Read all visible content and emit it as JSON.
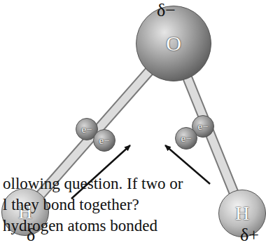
{
  "diagram": {
    "nodes": [
      {
        "text": [
          "O"
        ]
      },
      {
        "text": [
          "e−"
        ]
      },
      {
        "text": [
          "e−"
        ]
      },
      {
        "text": [
          "e−"
        ]
      },
      {
        "text": [
          "e−"
        ]
      },
      {
        "text": [
          "H"
        ]
      },
      {
        "text": [
          "H"
        ]
      }
    ],
    "edges": [
      {
        "from": 0,
        "to": 5,
        "arrow": "none"
      },
      {
        "from": 0,
        "to": 6,
        "arrow": "none"
      }
    ],
    "labels": [
      "δ−",
      "ollowing question. If two or",
      "l they bond together?",
      "hydrogen atoms bonded",
      "δ",
      "δ+"
    ]
  }
}
